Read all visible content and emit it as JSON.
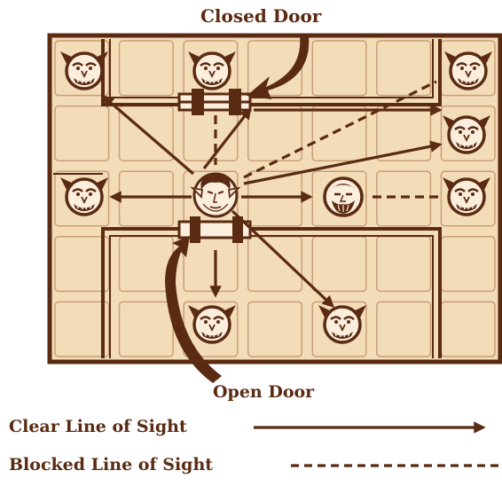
{
  "labels": {
    "closed_door": "Closed Door",
    "open_door": "Open Door"
  },
  "legend": {
    "clear": "Clear Line of Sight",
    "blocked": "Blocked Line of Sight"
  },
  "colors": {
    "ink": "#5a2b12",
    "floor": "#f3dcb8",
    "tile_border": "#8a5a36",
    "room_border": "#c99f77",
    "background": "#ffffff"
  },
  "icons": {
    "orc": "orc-icon",
    "elf_hero": "elf-hero-icon",
    "dwarf": "dwarf-icon",
    "door": "door-icon",
    "arrow": "arrow-icon"
  }
}
